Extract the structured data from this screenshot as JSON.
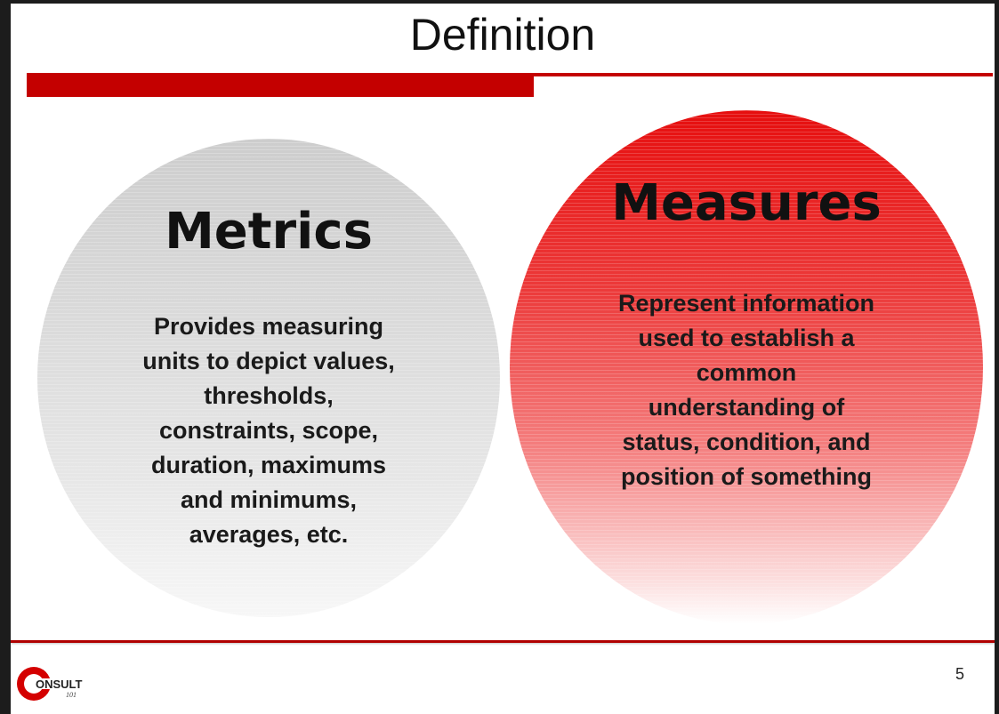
{
  "slide": {
    "title": "Definition",
    "page_number": "5"
  },
  "left_circle": {
    "heading": "Metrics",
    "text": "Provides measuring\nunits to depict values,\nthresholds,\nconstraints, scope,\nduration, maximums\nand minimums,\naverages, etc."
  },
  "right_circle": {
    "heading": "Measures",
    "text": "Represent information\nused to establish a\ncommon\nunderstanding of\nstatus, condition, and\nposition of something"
  },
  "logo": {
    "text_main": "ONSULT",
    "text_sub": "101",
    "icon": "consult-logo-icon"
  },
  "colors": {
    "accent_red": "#c40000",
    "circle_gray": "#d9d9d9",
    "circle_red": "#e60e0e"
  }
}
